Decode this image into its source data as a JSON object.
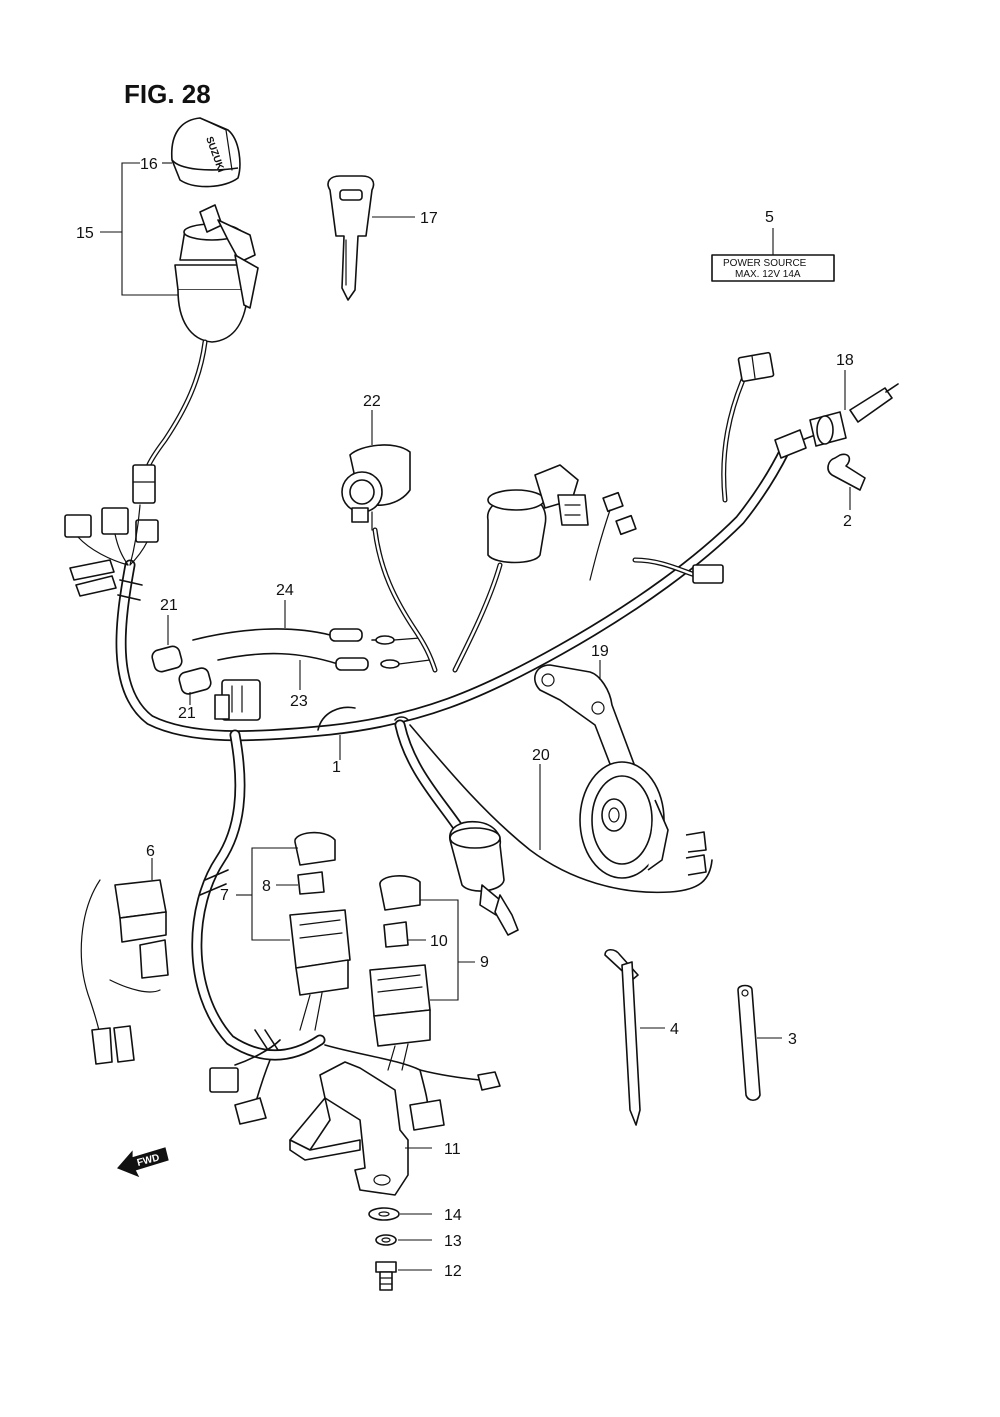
{
  "figure_title": "FIG. 28",
  "power_label": {
    "line1": "POWER  SOURCE",
    "line2": "MAX.  12V  14A"
  },
  "key_cap_logo": "SUZUKI",
  "fwd_arrow": "FWD",
  "callouts": [
    "1",
    "2",
    "3",
    "4",
    "5",
    "6",
    "7",
    "8",
    "9",
    "10",
    "11",
    "12",
    "13",
    "14",
    "15",
    "16",
    "17",
    "18",
    "19",
    "20",
    "21",
    "21",
    "22",
    "23",
    "24"
  ]
}
